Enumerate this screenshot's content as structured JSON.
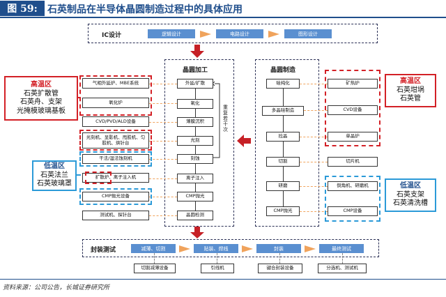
{
  "figure": {
    "number": "图 59:",
    "title": "石英制品在半导体晶圆制造过程中的具体应用"
  },
  "ic_design": {
    "label": "IC设计",
    "steps": [
      "逻辑设计",
      "电路设计",
      "图形设计"
    ]
  },
  "wafer_processing": {
    "label": "晶圆加工",
    "steps": [
      "外延/扩散",
      "氧化",
      "薄膜沉积",
      "光刻",
      "刻蚀",
      "离子注入",
      "CMP抛光",
      "晶圆检测"
    ],
    "repeat_label": "重复若干次"
  },
  "equipment_left": [
    "气相外延炉、MBE系统",
    "氧化炉",
    "CVD/PVD/ALD设备",
    "光刻机、显影机、甩胶机、匀胶机、烘针台",
    "干法/湿法蚀刻机",
    "扩散炉、离子注入机",
    "CMP抛光设备",
    "测试机、探针台"
  ],
  "wafer_making": {
    "label": "晶圆制造",
    "steps": [
      "硅纯化",
      "多晶硅制造",
      "拉晶",
      "切割",
      "研磨",
      "CMP抛光"
    ]
  },
  "equipment_right": [
    "矿热炉",
    "CVD设备",
    "单晶炉",
    "切片机",
    "倒角机、研磨机",
    "CMP设备"
  ],
  "zones": {
    "left_high": {
      "title": "高温区",
      "lines": [
        "石英扩散管",
        "石英舟、支架",
        "光掩模玻璃基板"
      ]
    },
    "left_low": {
      "title": "低温区",
      "lines": [
        "石英法兰",
        "石英玻璃罩"
      ]
    },
    "right_high": {
      "title": "高温区",
      "lines": [
        "石英坩埚",
        "石英管"
      ]
    },
    "right_low": {
      "title": "低温区",
      "lines": [
        "石英支架",
        "石英清洗槽"
      ]
    }
  },
  "packaging": {
    "label": "封装测试",
    "steps": [
      "减薄、切割",
      "贴装、焊线",
      "封装",
      "最终测试"
    ],
    "equipment": [
      "切割减薄设备",
      "引线机",
      "键合封装设备",
      "分选机、测试机"
    ]
  },
  "source": "资料来源：公司公告，长城证券研究所",
  "colors": {
    "navy": "#1f4e8c",
    "flow_blue": "#5a8fd0",
    "arrow_orange": "#f0a35c",
    "red": "#d32026",
    "cyan": "#2b9ad8",
    "dark_red_arrow": "#c62026"
  }
}
